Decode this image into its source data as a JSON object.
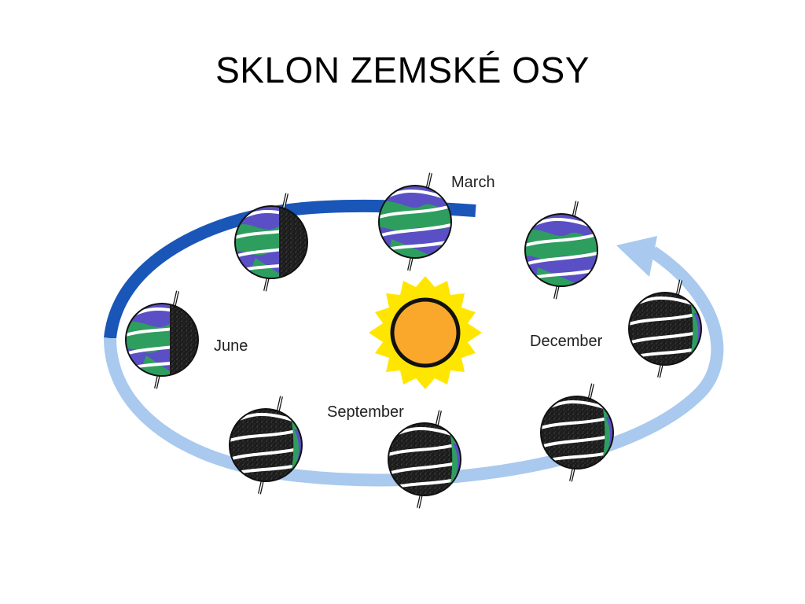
{
  "slide": {
    "title": "SKLON ZEMSKÉ OSY"
  },
  "diagram": {
    "labels": {
      "march": "March",
      "june": "June",
      "september": "September",
      "december": "December"
    },
    "colors": {
      "orbit_far": "#1a56b8",
      "orbit_near": "#a9c9ee",
      "sun_core": "#f9a82b",
      "sun_corona": "#ffe600",
      "ocean": "#5a4fc4",
      "land": "#2e9e5f",
      "night": "#1c1c1c"
    },
    "icons": [
      "sun-icon",
      "earth-globe-icon",
      "orbit-arrow-icon"
    ]
  }
}
